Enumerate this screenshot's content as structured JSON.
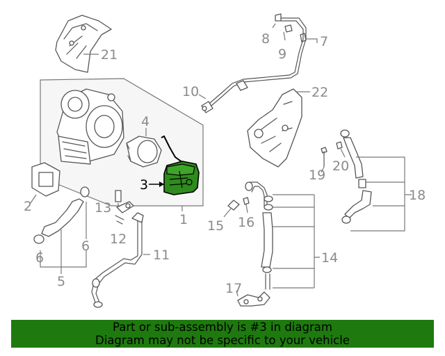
{
  "callouts": {
    "c1": "1",
    "c2": "2",
    "c3": "3",
    "c4": "4",
    "c5": "5",
    "c6a": "6",
    "c6b": "6",
    "c7": "7",
    "c8": "8",
    "c9": "9",
    "c10": "10",
    "c11": "11",
    "c12": "12",
    "c13": "13",
    "c14": "14",
    "c15": "15",
    "c16": "16",
    "c17": "17",
    "c18": "18",
    "c19": "19",
    "c20": "20",
    "c21": "21",
    "c22": "22"
  },
  "highlight": {
    "part_number": "3",
    "color": "#2e8b1e"
  },
  "banner": {
    "line1": "Part or sub-assembly is #3 in diagram",
    "line2": "Diagram may not be specific to your vehicle",
    "background": "#1e7a0e"
  }
}
